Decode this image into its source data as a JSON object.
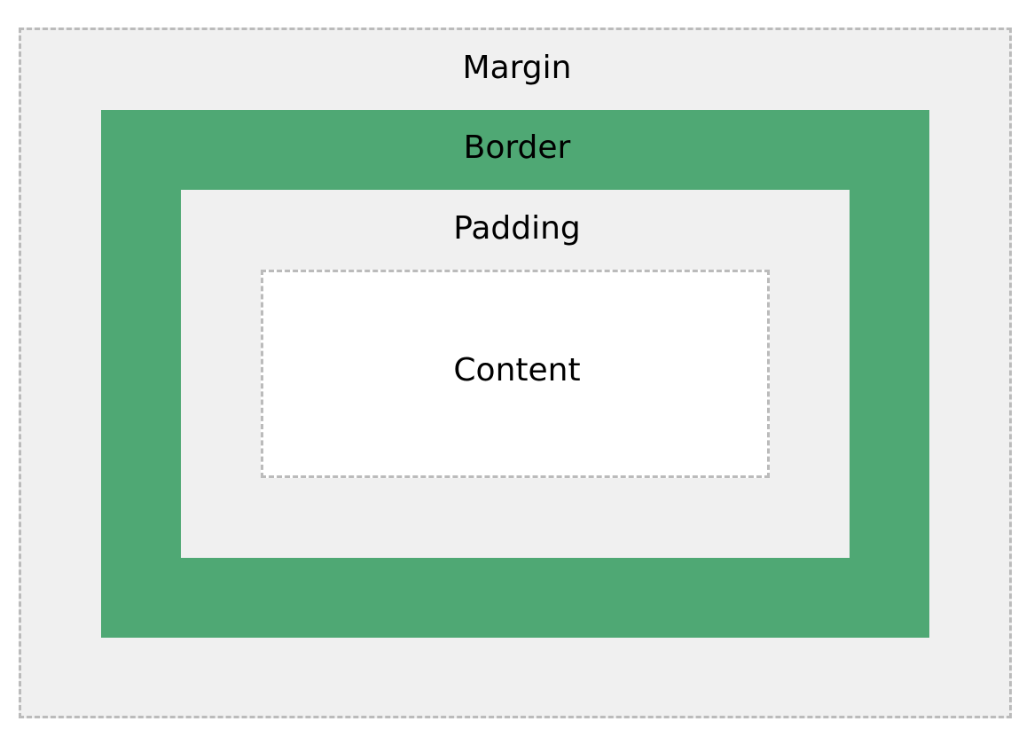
{
  "labels": {
    "margin": "Margin",
    "border": "Border",
    "padding": "Padding",
    "content": "Content"
  },
  "colors": {
    "margin_fill": "#f0f0f0",
    "border_fill": "#4fa874",
    "padding_fill": "#f0f0f0",
    "content_fill": "#ffffff",
    "dashed_outline": "#bbbbbb"
  }
}
